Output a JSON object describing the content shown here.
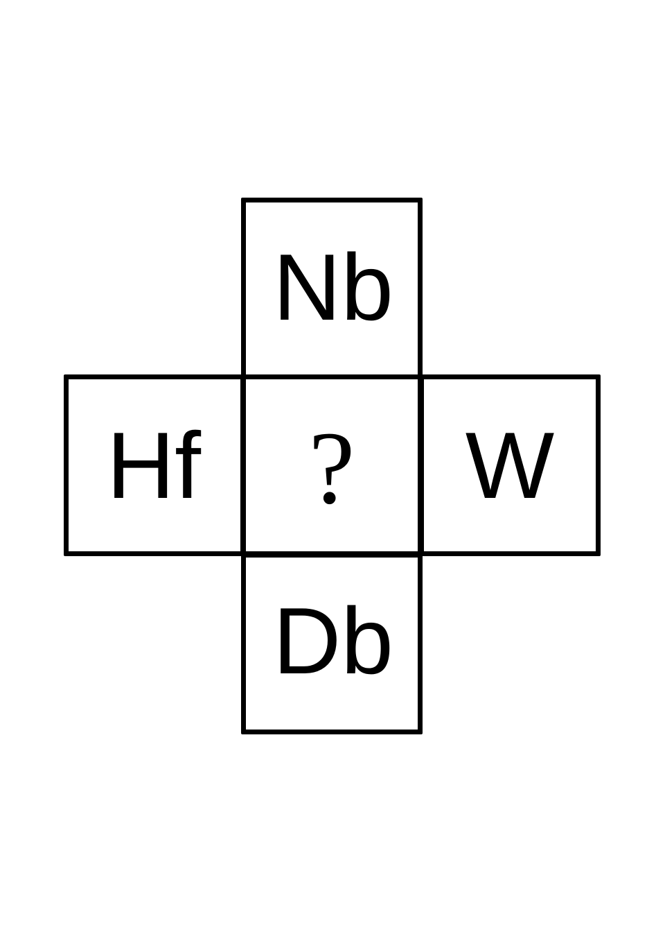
{
  "cells": {
    "top": "Nb",
    "left": "Hf",
    "center": "?",
    "right": "W",
    "bottom": "Db"
  }
}
